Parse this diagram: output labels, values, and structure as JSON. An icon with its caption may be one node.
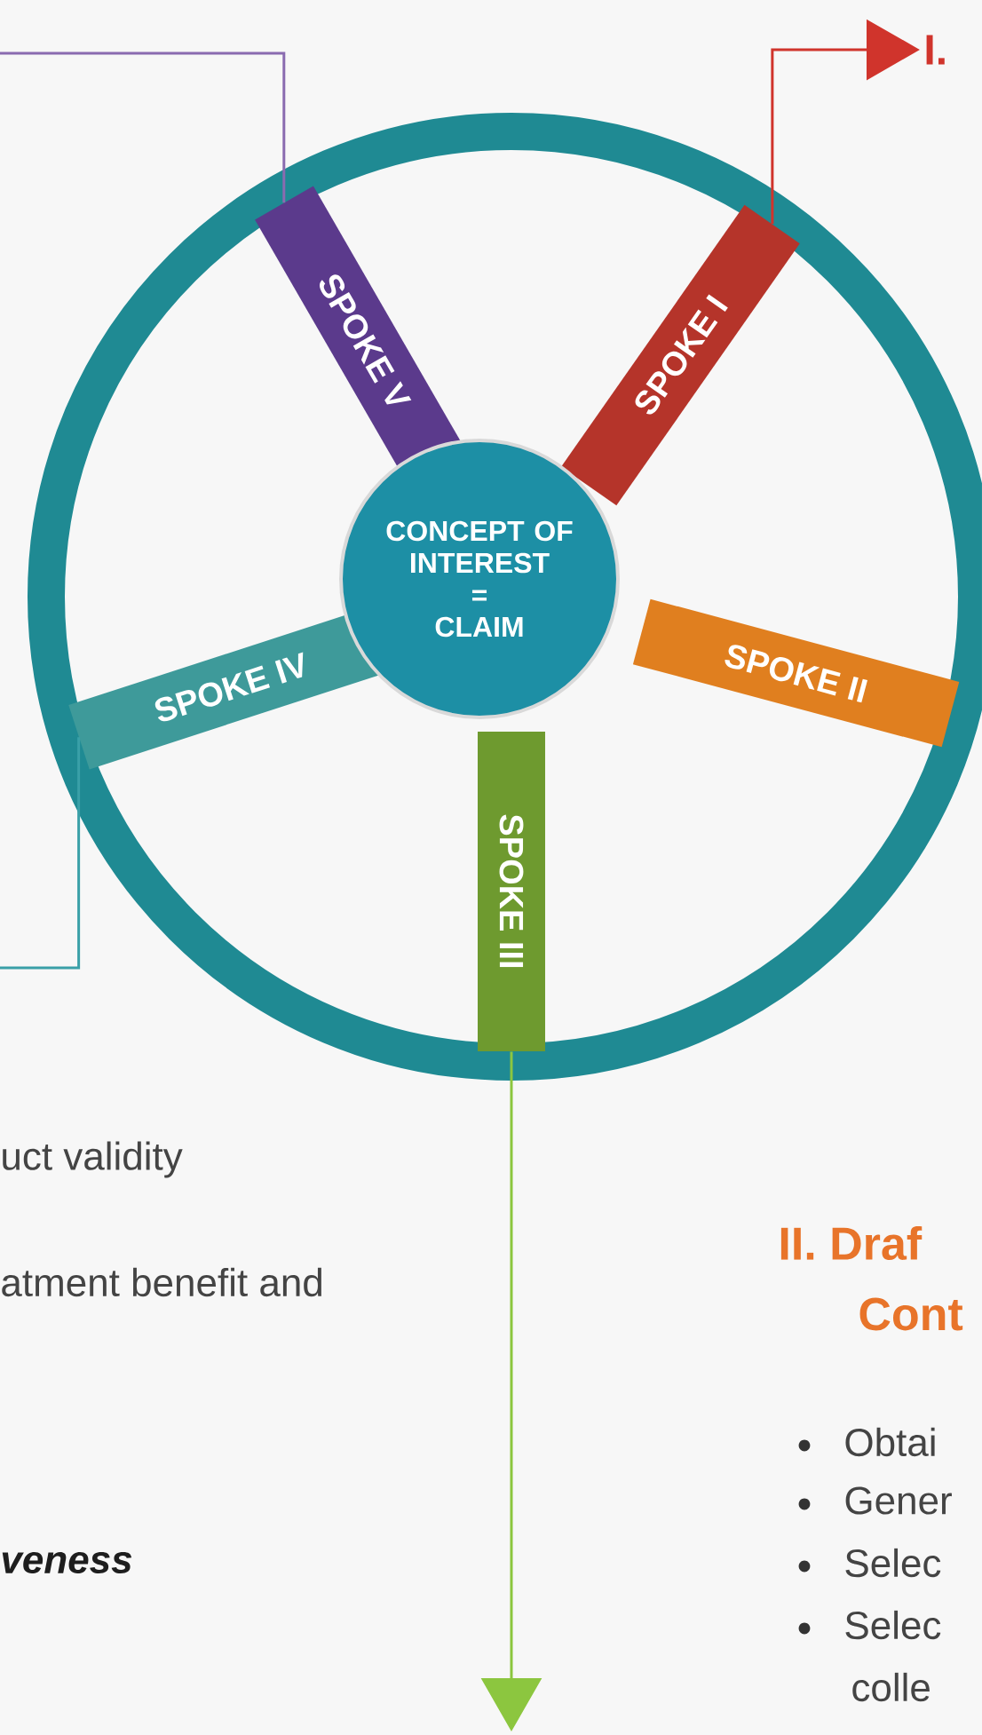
{
  "diagram": {
    "nodes": [
      {
        "text": [
          "CONCEPT OF INTEREST",
          "=",
          "CLAIM"
        ]
      },
      {
        "text": [
          "SPOKE I"
        ]
      },
      {
        "text": [
          "SPOKE II"
        ]
      },
      {
        "text": [
          "SPOKE III"
        ]
      },
      {
        "text": [
          "SPOKE IV"
        ]
      },
      {
        "text": [
          "SPOKE V"
        ]
      },
      {
        "text": [
          "I."
        ]
      }
    ],
    "edges": [
      {
        "from": 1,
        "to": 6,
        "arrow": "to",
        "color": "#d0342c"
      },
      {
        "from": 5,
        "to": null,
        "arrow": "none",
        "color": "#8a6bb0"
      },
      {
        "from": 4,
        "to": null,
        "arrow": "none",
        "color": "#3aa0a8"
      },
      {
        "from": 3,
        "to": null,
        "arrow": "to",
        "color": "#8cc63f"
      }
    ],
    "labels": [
      "uct validity",
      "atment benefit and",
      "veness",
      "II. Draf",
      "Cont",
      "Obtai",
      "Gener",
      "Selec",
      "Selec",
      "colle"
    ]
  }
}
